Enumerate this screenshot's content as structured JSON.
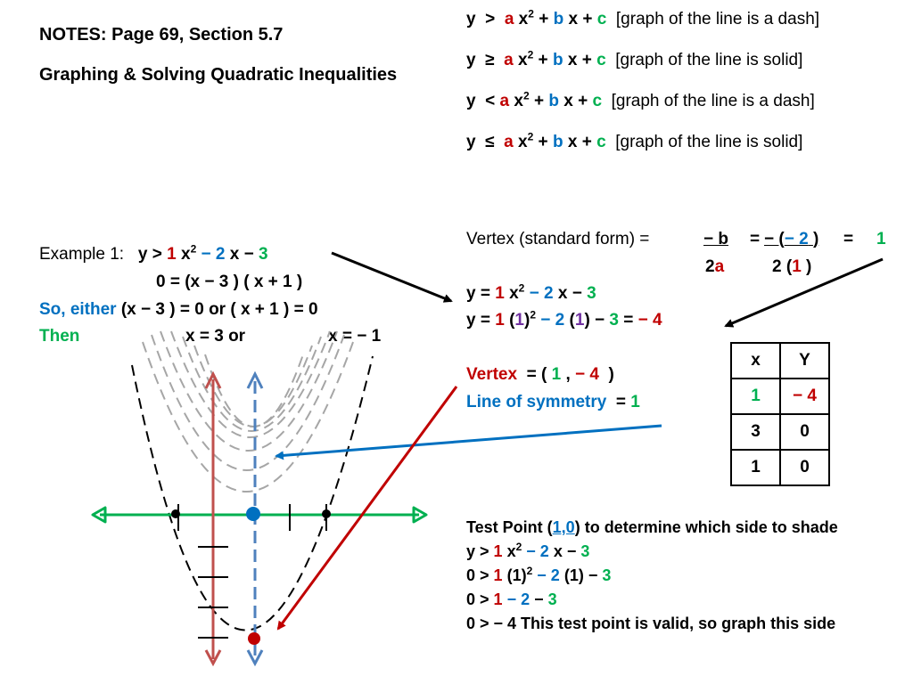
{
  "header": {
    "notes": "NOTES: Page 69, Section 5.7",
    "title": "Graphing & Solving Quadratic Inequalities"
  },
  "inequalities": [
    {
      "y": "y",
      "op": ">",
      "a": "a",
      "x2": "x",
      "plus1": "+",
      "b": "b",
      "x": "x",
      "plus2": "+",
      "c": "c",
      "note": "[graph of the line is a dash]"
    },
    {
      "y": "y",
      "op": "≥",
      "a": "a",
      "x2": "x",
      "plus1": "+",
      "b": "b",
      "x": "x",
      "plus2": "+",
      "c": "c",
      "note": "[graph of the line is solid]"
    },
    {
      "y": "y",
      "op": "<",
      "a": "a",
      "x2": "x",
      "plus1": "+",
      "b": "b",
      "x": "x",
      "plus2": "+",
      "c": "c",
      "note": "[graph of the line is a dash]"
    },
    {
      "y": "y",
      "op": "≤",
      "a": "a",
      "x2": "x",
      "plus1": "+",
      "b": "b",
      "x": "x",
      "plus2": "+",
      "c": "c",
      "note": "[graph of the line is solid]"
    }
  ],
  "example": {
    "label": "Example 1:",
    "lhs": "y  >",
    "coef_a": "1",
    "x2": "x",
    "coef_b": "− 2",
    "x_term": "x −",
    "coef_c": "3",
    "factored": "0  =  (x − 3 ) ( x + 1 )",
    "so_either": "So, either",
    "so_either_rest": "(x − 3 ) = 0 or  ( x + 1 ) = 0",
    "then": "Then",
    "root1": "x = 3 or",
    "root2": "x = − 1"
  },
  "vertex_formula": {
    "label": "Vertex (standard form) =",
    "num1": "− b",
    "eq1": "=",
    "num2_open": "− (",
    "num2_val": "− 2",
    "num2_close": ")",
    "eq2": "=",
    "result": "1",
    "den1_num": "2",
    "den1_a": "a",
    "den2_open": "2 (",
    "den2_val": "1",
    "den2_close": ")"
  },
  "substitution": {
    "line1_lhs": "y  =",
    "line1_a": "1",
    "line1_x2": "x",
    "line1_b": "− 2",
    "line1_x": "x −",
    "line1_c": "3",
    "line2_lhs": "y  =",
    "line2_a": "1",
    "line2_open": "(",
    "line2_v1": "1",
    "line2_close": ")",
    "line2_b": "− 2",
    "line2_open2": "(",
    "line2_v2": "1",
    "line2_close2": ") −",
    "line2_c": "3",
    "line2_eq": "=",
    "line2_res": "− 4"
  },
  "vertex_result": {
    "vertex_label": "Vertex",
    "vertex_open": "=  (",
    "vertex_x": "1",
    "vertex_comma": ",",
    "vertex_y": "− 4",
    "vertex_close": ")",
    "sym_label": "Line of symmetry",
    "sym_eq": "=",
    "sym_val": "1"
  },
  "table": {
    "headers": [
      "x",
      "Y"
    ],
    "rows": [
      [
        "1",
        "− 4"
      ],
      [
        "3",
        "0"
      ],
      [
        "1",
        "0"
      ]
    ]
  },
  "test_point": {
    "line1_pre": "Test Point (",
    "line1_pt": "1,0",
    "line1_post": ") to determine which side to shade",
    "line2_lhs": "y  >",
    "line2_a": "1",
    "line2_x2": "x",
    "line2_b": "− 2",
    "line2_x": "x −",
    "line2_c": "3",
    "line3_lhs": "0  >",
    "line3_a": "1",
    "line3_p": "(1)",
    "line3_b": "− 2",
    "line3_mid": "(1) −",
    "line3_c": "3",
    "line4_lhs": "0  >",
    "line4_a": "1",
    "line4_b": "− 2",
    "line4_mid": "−",
    "line4_c": "3",
    "line5": "0  > − 4  This test point is valid, so graph this side"
  },
  "colors": {
    "red": "#c00000",
    "blue": "#0070c0",
    "green": "#00b050",
    "purple": "#7030a0",
    "axis_red": "#c0504d",
    "axis_blue": "#4f81bd",
    "axis_green": "#00b050",
    "dash_gray": "#a6a6a6"
  }
}
